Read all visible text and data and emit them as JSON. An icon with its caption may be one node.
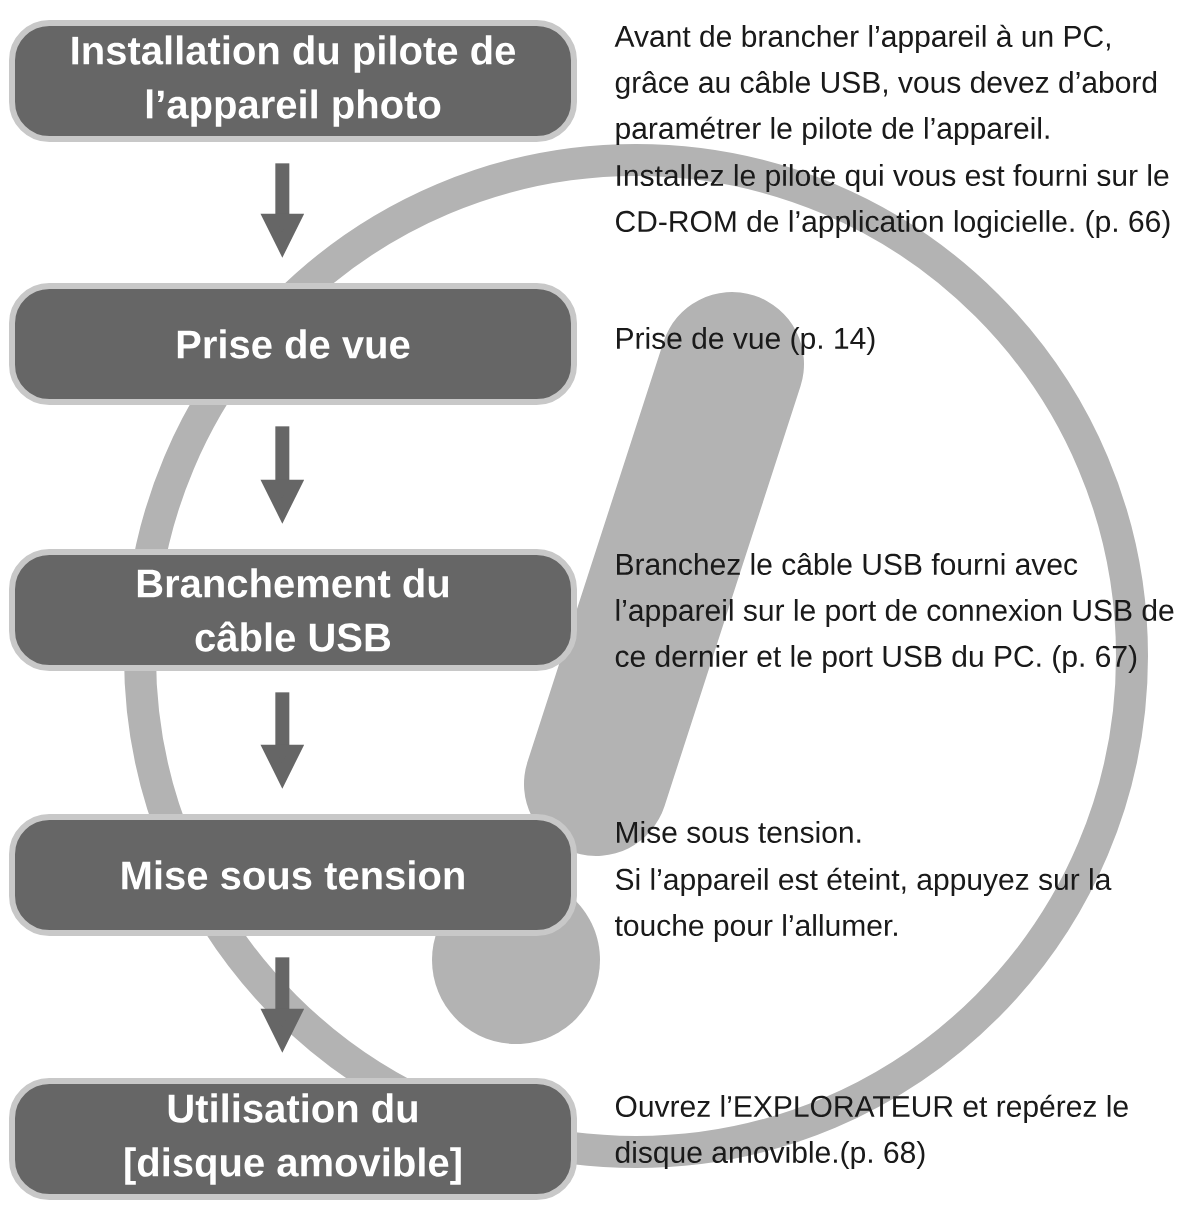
{
  "diagram": {
    "nodes": [
      {
        "text": [
          "Installation du pilote de l’appareil photo"
        ],
        "beside": [
          "Avant de brancher l’appareil à un PC, grâce au câble USB, vous devez d’abord paramétrer le pilote de l’appareil.",
          "Installez le pilote qui vous est fourni sur le CD-ROM de l’application logicielle. (p. 66)"
        ]
      },
      {
        "text": [
          "Prise de vue"
        ],
        "beside": [
          "Prise de vue (p. 14)"
        ]
      },
      {
        "text": [
          "Branchement du câble USB"
        ],
        "beside": [
          "Branchez le câble USB fourni avec l’appareil sur le port de connexion USB de ce dernier et le port USB du PC. (p. 67)"
        ]
      },
      {
        "text": [
          "Mise sous tension"
        ],
        "beside": [
          "Mise sous tension.",
          "Si l’appareil est éteint, appuyez sur la touche pour l’allumer."
        ]
      },
      {
        "text": [
          "Utilisation du [disque amovible]"
        ],
        "beside": [
          "Ouvrez l’EXPLORATEUR et repérez le disque amovible.(p. 68)"
        ]
      }
    ],
    "edges": [
      {
        "from": 0,
        "to": 1,
        "arrow": "to"
      },
      {
        "from": 1,
        "to": 2,
        "arrow": "to"
      },
      {
        "from": 2,
        "to": 3,
        "arrow": "to"
      },
      {
        "from": 3,
        "to": 4,
        "arrow": "to"
      }
    ]
  }
}
